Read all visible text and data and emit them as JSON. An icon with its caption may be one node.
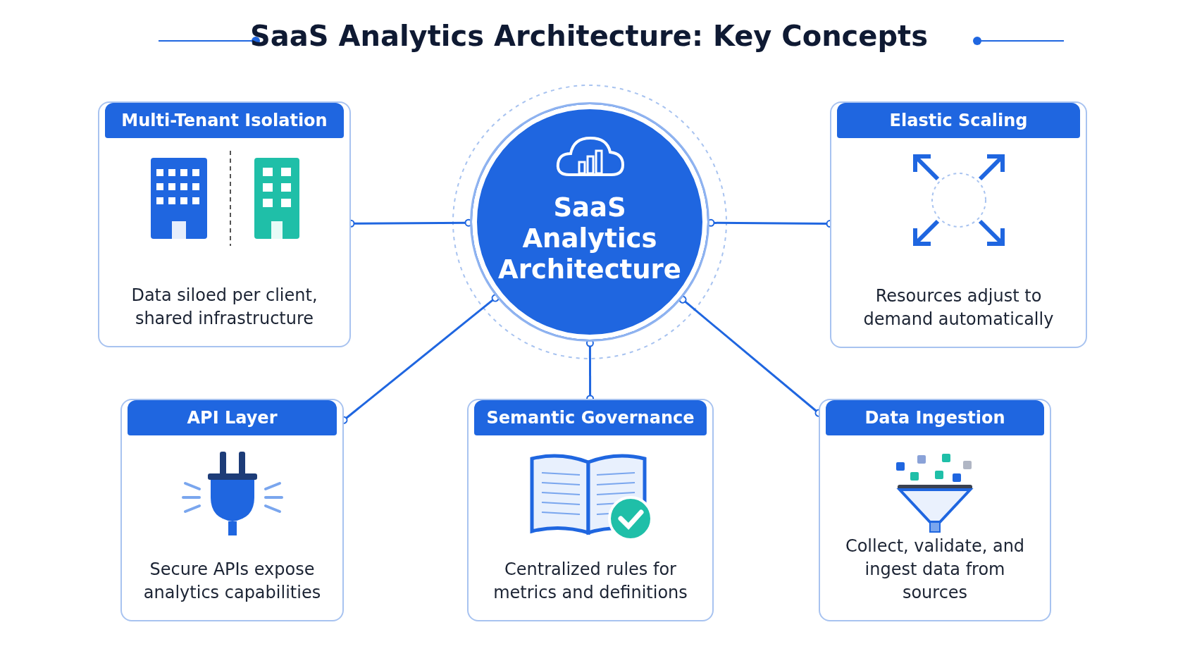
{
  "diagram": {
    "title": "SaaS Analytics Architecture: Key Concepts",
    "nodes": [
      {
        "text": [
          "SaaS Analytics Architecture"
        ]
      },
      {
        "text": [
          "Multi-Tenant Isolation",
          "Data siloed per client, shared infrastructure"
        ]
      },
      {
        "text": [
          "Elastic Scaling",
          "Resources adjust to demand automatically"
        ]
      },
      {
        "text": [
          "API Layer",
          "Secure APIs expose analytics capabilities"
        ]
      },
      {
        "text": [
          "Semantic Governance",
          "Centralized rules for metrics and definitions"
        ]
      },
      {
        "text": [
          "Data Ingestion",
          "Collect, validate, and ingest data from sources"
        ]
      }
    ],
    "edges": [
      {
        "from": 0,
        "to": 1,
        "arrow": "other"
      },
      {
        "from": 0,
        "to": 2,
        "arrow": "other"
      },
      {
        "from": 0,
        "to": 3,
        "arrow": "other"
      },
      {
        "from": 0,
        "to": 4,
        "arrow": "other"
      },
      {
        "from": 0,
        "to": 5,
        "arrow": "other"
      }
    ]
  }
}
